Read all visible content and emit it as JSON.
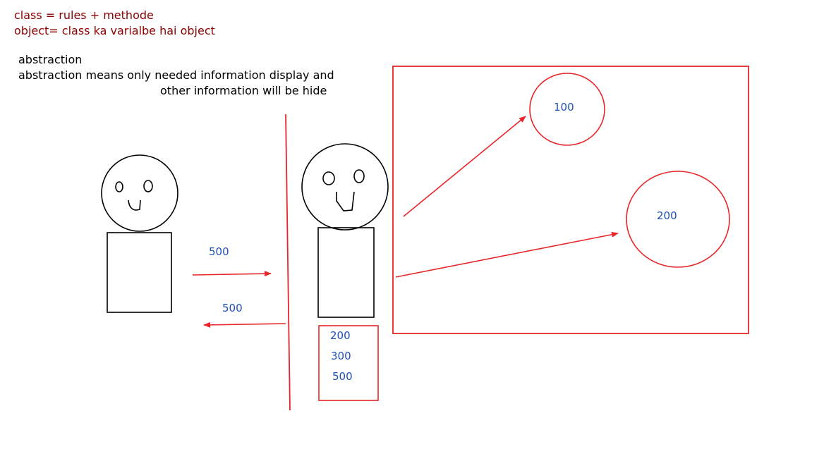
{
  "notes": {
    "line1": "class = rules + methode",
    "line2": "object= class ka varialbe hai object",
    "color": "#8b0000"
  },
  "abstraction": {
    "heading": "abstraction",
    "line1": "abstraction means only needed information display and",
    "line2": "other information will be hide",
    "color": "#000000"
  },
  "transfer": {
    "send_amount": "500",
    "return_amount": "500",
    "color": "#1f4fb5"
  },
  "hidden_box": {
    "values": [
      "200",
      "300",
      "500"
    ]
  },
  "big_box": {
    "circle_top_value": "100",
    "circle_bottom_value": "200"
  },
  "colors": {
    "stroke_red": "#e8262a",
    "stroke_black": "#000000",
    "value_blue": "#1f4fb5"
  }
}
